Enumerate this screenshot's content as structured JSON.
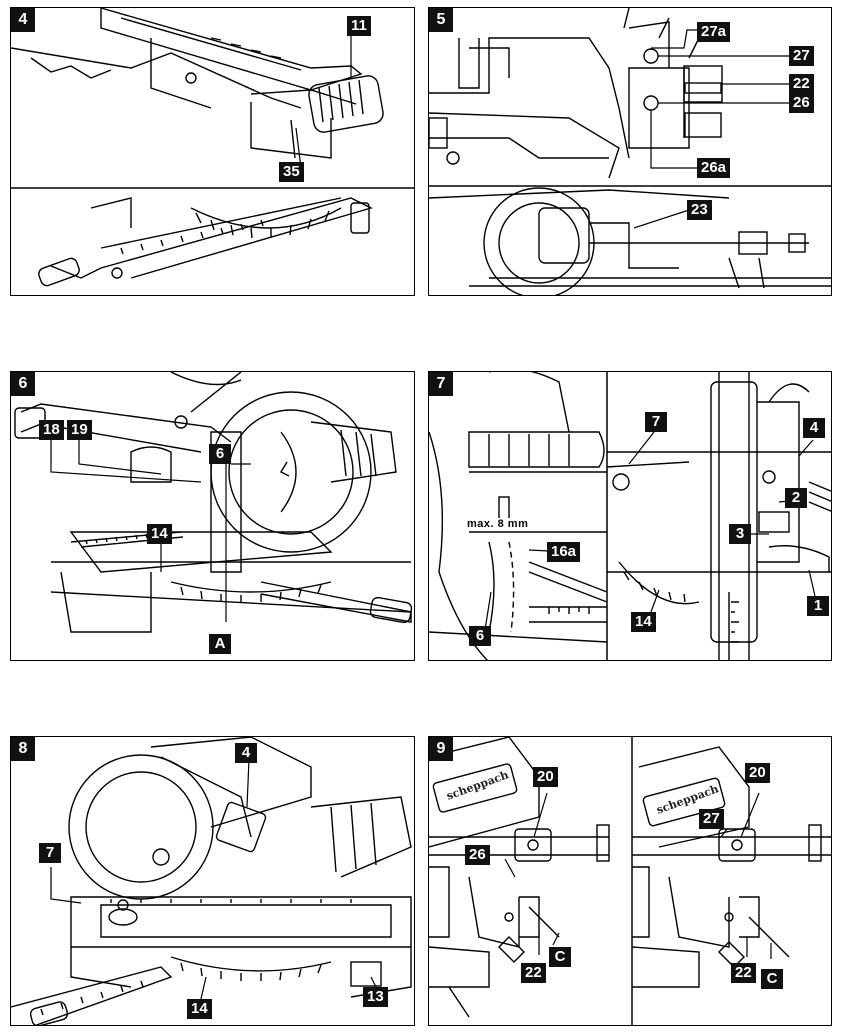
{
  "figures": {
    "fig4": {
      "number": "4",
      "labels": {
        "l11": "11",
        "l35": "35"
      }
    },
    "fig5": {
      "number": "5",
      "labels": {
        "l27a": "27a",
        "l27": "27",
        "l22": "22",
        "l26": "26",
        "l26a": "26a",
        "l23": "23"
      }
    },
    "fig6": {
      "number": "6",
      "labels": {
        "l18": "18",
        "l19": "19",
        "l6": "6",
        "l14": "14",
        "lA": "A"
      }
    },
    "fig7": {
      "number": "7",
      "note": "max. 8 mm",
      "labels": {
        "l16a": "16a",
        "l6": "6",
        "l7": "7",
        "l4": "4",
        "l2": "2",
        "l3": "3",
        "l1": "1",
        "l14": "14"
      }
    },
    "fig8": {
      "number": "8",
      "labels": {
        "l4": "4",
        "l7": "7",
        "l14": "14",
        "l13": "13"
      }
    },
    "fig9": {
      "number": "9",
      "brand": "scheppach",
      "labels": {
        "l20a": "20",
        "l26": "26",
        "l22a": "22",
        "lCa": "C",
        "l20b": "20",
        "l27": "27",
        "l22b": "22",
        "lCb": "C"
      }
    }
  }
}
